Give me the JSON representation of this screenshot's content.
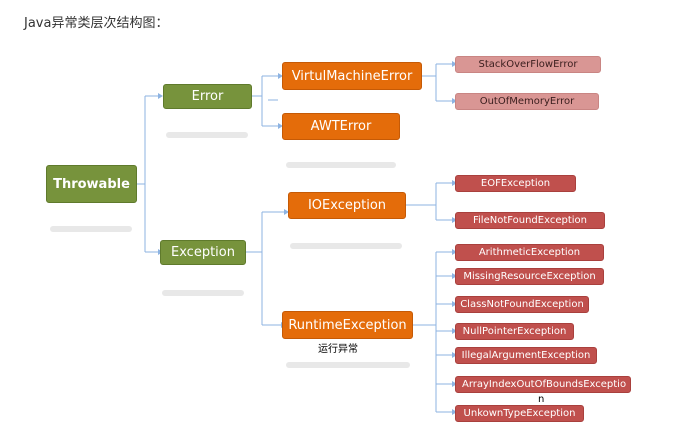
{
  "title": "Java异常类层次结构图：",
  "nodes": {
    "throwable": "Throwable",
    "error": "Error",
    "exception": "Exception",
    "virtual_machine_error": "VirtulMachineError",
    "awt_error": "AWTError",
    "io_exception": "IOException",
    "runtime_exception": "RuntimeException",
    "stack_overflow_error": "StackOverFlowError",
    "out_of_memory_error": "OutOfMemoryError",
    "eof_exception": "EOFException",
    "file_not_found_exception": "FileNotFoundException",
    "runtime_children": [
      "ArithmeticException",
      "MissingResourceException",
      "ClassNotFoundException",
      "NullPointerException",
      "IllegalArgumentException",
      "ArrayIndexOutOfBoundsExceptio",
      "UnkownTypeException"
    ],
    "array_index_wrap": "n"
  },
  "runtime_caption": "运行异常",
  "colors": {
    "level1": "#77933c",
    "level2": "#e46c0a",
    "error_leaf": "#d99694",
    "exception_leaf": "#c0504d",
    "connector": "#8db3e2"
  }
}
